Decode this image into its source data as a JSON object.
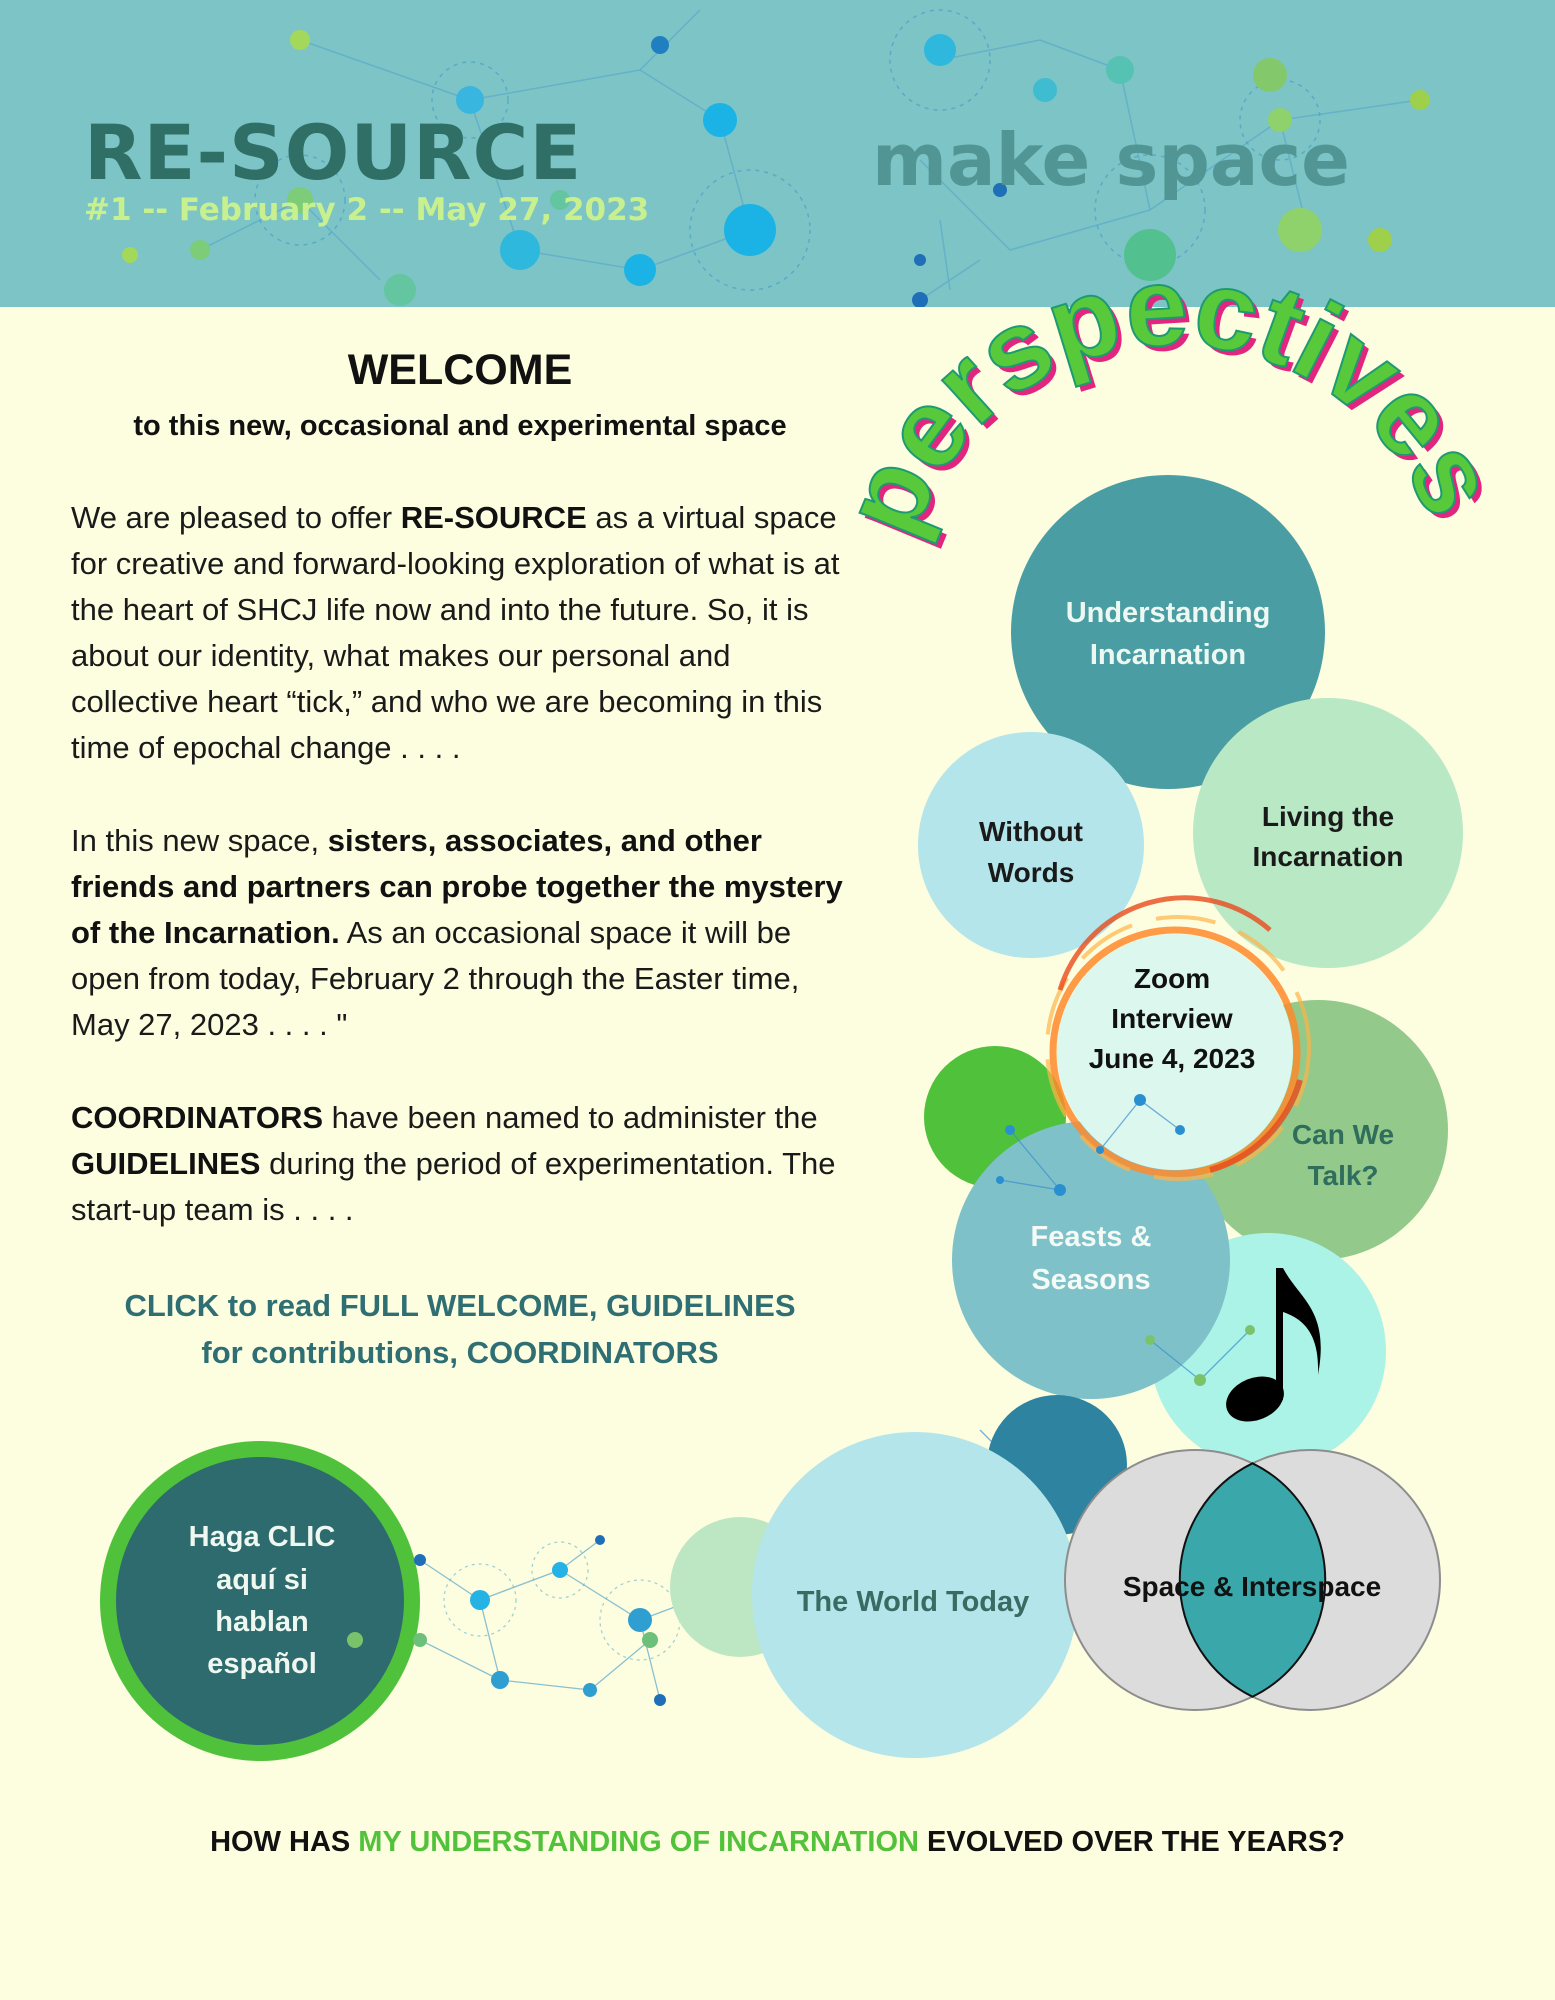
{
  "header": {
    "brand": "RE-SOURCE",
    "issue_line": "#1 -- February 2 -- May 27, 2023",
    "tagline": "make space",
    "colors": {
      "banner": "#7cc4c6",
      "brand": "#2f6f66",
      "issue": "#c9f08e"
    }
  },
  "welcome": {
    "title": "WELCOME",
    "subtitle": "to this new, occasional and experimental space",
    "p1": {
      "a": "We are pleased to offer ",
      "b": "RE-SOURCE",
      "c": " as a virtual space for creative and forward-looking exploration of what is at the heart of SHCJ life now and into the future. So, it is about our identity, what makes our personal and collective heart “tick,” and who we are becoming in this time of epochal change . . . ."
    },
    "p2": {
      "a": "In this new space, ",
      "b": "sisters, associates, and other friends and partners can probe together the mystery of the Incarnation.",
      "c": " As an occasional space it will be open from today, February 2 through the Easter time, May 27, 2023 . . . . \""
    },
    "p3": {
      "a": "COORDINATORS",
      "b": " have been named to administer the ",
      "c": "GUIDELINES",
      "d": " during the period of experimentation. The start-up team is . . . ."
    },
    "cta_line1": "CLICK to read FULL WELCOME, GUIDELINES",
    "cta_line2": "for contributions, COORDINATORS"
  },
  "perspectives": {
    "title": "perspectives",
    "understanding": [
      "Understanding",
      "Incarnation"
    ],
    "without_words": [
      "Without",
      "Words"
    ],
    "living": [
      "Living the",
      "Incarnation"
    ],
    "zoom": [
      "Zoom",
      "Interview",
      "June 4, 2023"
    ],
    "can_we_talk": [
      "Can We",
      "Talk?"
    ],
    "feasts": [
      "Feasts &",
      "Seasons"
    ],
    "spanish": [
      "Haga CLIC",
      "aquí si",
      "hablan",
      "español"
    ],
    "world_today": "The World Today",
    "space": "Space & Interspace"
  },
  "footer": {
    "q_before": "HOW HAS ",
    "q_highlight": "MY UNDERSTANDING OF INCARNATION",
    "q_after": " EVOLVED  OVER THE YEARS?"
  }
}
